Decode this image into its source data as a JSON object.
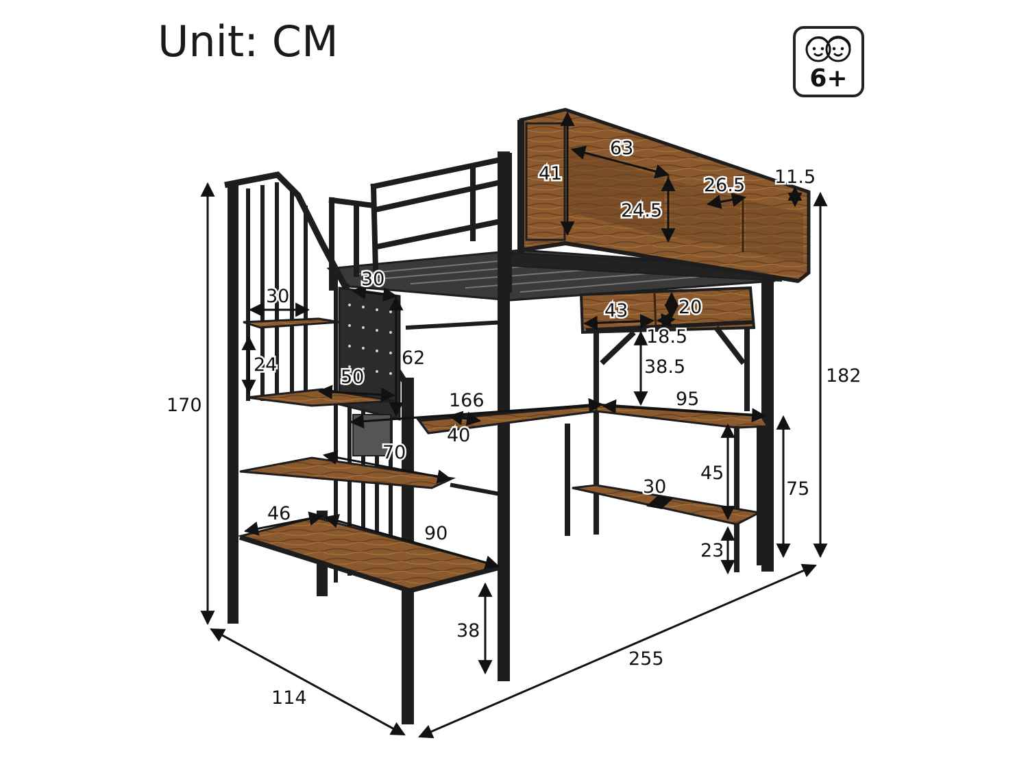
{
  "title": "Unit: CM",
  "age_badge": {
    "label": "6+",
    "icon": "kids-faces-icon"
  },
  "colors": {
    "frame": "#1d1d1d",
    "wood": "#8a5a2e",
    "wood_light": "#a56f3a",
    "wood_dark": "#5e3a1c",
    "arrow": "#111111"
  },
  "dimensions": {
    "shelf_height": "41",
    "shelf_width": "63",
    "shelf_compartment_height": "24.5",
    "shelf_compartment_width": "26.5",
    "shelf_top_gap": "11.5",
    "stair_step_width": "30",
    "stair_top_width": "30",
    "stair_step_height": "24",
    "stair_storage_depth": "50",
    "stair_panel_height": "62",
    "desk_length": "166",
    "desk_depth": "40",
    "desk_side_length": "95",
    "stair_shelf_length": "70",
    "bottom_shelf_width": "46",
    "bottom_shelf_length": "90",
    "under_shelf_width": "43",
    "under_shelf_height": "20",
    "under_shelf_depth": "18.5",
    "desk_clearance": "38.5",
    "desk_height": "75",
    "desk_leg_gap": "45",
    "desk_shelf_depth": "30",
    "desk_shelf_height": "23",
    "floor_clearance": "38",
    "total_height_stairs": "170",
    "total_height": "182",
    "total_length": "255",
    "total_width": "114"
  }
}
